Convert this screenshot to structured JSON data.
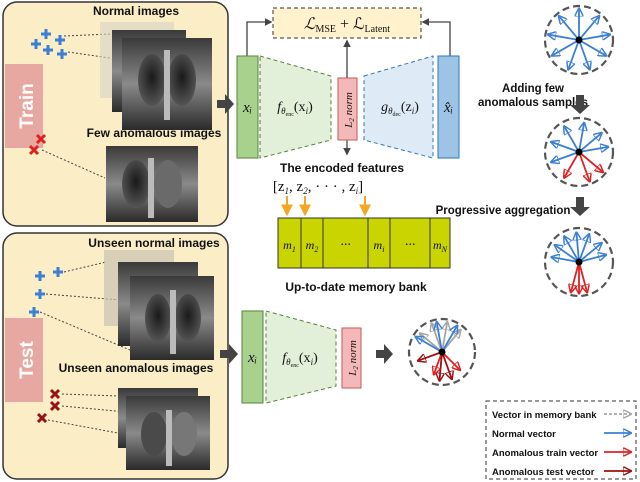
{
  "train_panel": {
    "label": "Train",
    "normal_title": "Normal images",
    "anomalous_title": "Few anomalous images"
  },
  "test_panel": {
    "label": "Test",
    "normal_title": "Unseen normal images",
    "anomalous_title": "Unseen anomalous images"
  },
  "loss_box": {
    "text": "ℒMSE + ℒLatent"
  },
  "encoder": {
    "input_label": "xᵢ",
    "encoder_label": "fθenc(xᵢ)",
    "norm_label": "L2 norm",
    "decoder_label": "gθdec(zᵢ)",
    "output_label": "x̂ᵢ"
  },
  "features": {
    "caption": "The encoded features",
    "vector": "[z1, z2, ···, zi]"
  },
  "memory_bank": {
    "caption": "Up-to-date memory bank",
    "cells": [
      "m1",
      "m2",
      "···",
      "mi",
      "···",
      "mN"
    ]
  },
  "test_encoder": {
    "input_label": "xᵢ",
    "encoder_label": "fθenc(xᵢ)",
    "norm_label": "L2 norm"
  },
  "stages": {
    "adding": "Adding few anomalous samples",
    "aggregation": "Progressive aggregation"
  },
  "legend": [
    {
      "label": "Vector in memory bank",
      "color": "#a6a6a6",
      "style": "dashed"
    },
    {
      "label": "Normal vector",
      "color": "#3b7fd4",
      "style": "solid"
    },
    {
      "label": "Anomalous train vector",
      "color": "#e02020",
      "style": "solid"
    },
    {
      "label": "Anomalous test vector",
      "color": "#9b1010",
      "style": "solid"
    }
  ],
  "colors": {
    "panel_fill": "#fbeec6",
    "label_fill": "#e6a8a0",
    "label_text": "#ffffff",
    "input_green": "#a9d18e",
    "encoder_green": "#e2f0d9",
    "norm_pink": "#f4b8b8",
    "decoder_blue": "#deebf7",
    "output_blue": "#9dc3e6",
    "memory_yellow": "#c9d400",
    "arrow_orange": "#f5a623",
    "loss_fill": "#fff2cc"
  }
}
